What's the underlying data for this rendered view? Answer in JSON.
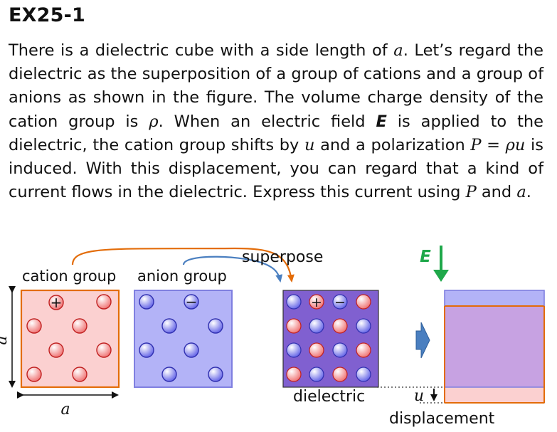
{
  "title": "EX25-1",
  "problem": {
    "s1": "There is a dielectric cube with a side length of ",
    "a": "a",
    "s2": ". Let’s regard the dielectric as the superposition of a group of cations and a group of anions as shown in the figure. The volume charge density of the cation group is ",
    "rho": "ρ",
    "s3": ". When an electric field ",
    "E": "E",
    "s4": " is applied to the dielectric, the cation group shifts by ",
    "u": "u",
    "s5": " and a polarization ",
    "eq": "P = ρu",
    "s6": " is induced. With this displacement, you can regard that a kind of current flows in the dielectric. Express this current using ",
    "P": "P",
    "s7": " and ",
    "a2": "a",
    "s8": "."
  },
  "figure": {
    "cation_label": "cation group",
    "anion_label": "anion group",
    "superpose_label": "superpose",
    "dielectric_label": "dielectric",
    "displacement_label": "displacement",
    "field_label": "E",
    "side_x": "a",
    "side_y": "a",
    "shift_label": "u",
    "plus_sign": "+",
    "minus_sign": "−",
    "colors": {
      "cation_fill": "#fbd0d0",
      "cation_border": "#e36c09",
      "anion_fill": "#b3b3f7",
      "anion_border": "#7f7fe0",
      "dielectric_fill": "#8060d0",
      "field_arrow": "#1fa84a",
      "process_arrow": "#4a7fc0"
    }
  }
}
